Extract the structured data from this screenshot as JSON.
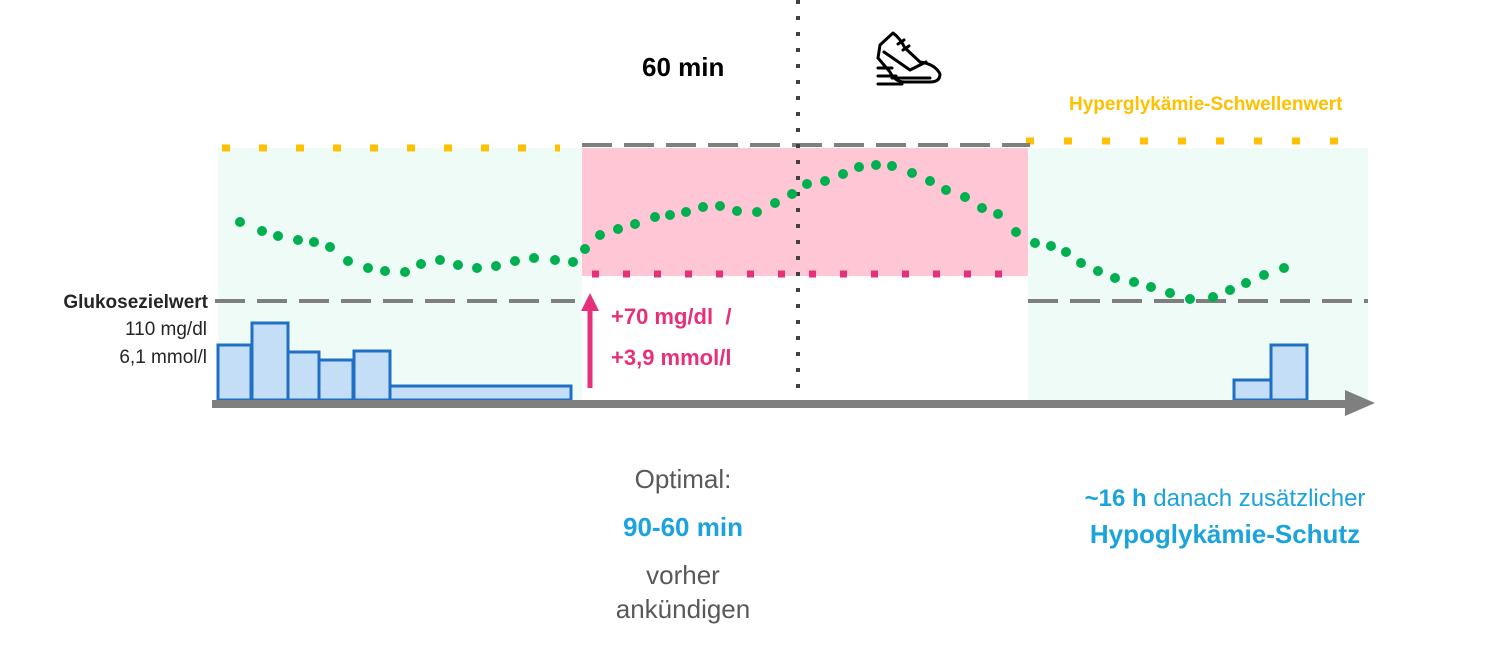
{
  "header": {
    "time_label": "60 min",
    "activity_icon": "running-shoe-icon"
  },
  "threshold": {
    "label": "Hyperglykämie-Schwellenwert",
    "color": "#FFC000"
  },
  "target": {
    "title": "Glukosezielwert",
    "value_mgdl": "110 mg/dl",
    "value_mmol": "6,1 mmol/l",
    "line_color": "#7F7F7F"
  },
  "raise": {
    "line1": "+70 mg/dl  /",
    "line2": "+3,9 mmol/l",
    "color": "#E6317A"
  },
  "optimal": {
    "title": "Optimal:",
    "duration": "90-60 min",
    "text1": "vorher",
    "text2": "ankündigen"
  },
  "after": {
    "hours": "~16 h",
    "text": "danach zusätzlicher",
    "protection": "Hypoglykämie-Schutz"
  },
  "colors": {
    "glucose_dots": "#00B050",
    "elevated_zone": "#FFC7D5",
    "safe_zone": "#EEFBF6",
    "insulin_fill": "#C5DEF7",
    "insulin_stroke": "#1F6FC4",
    "accent_blue": "#1BA3DC",
    "timeline": "#7F7F7F",
    "text_gray": "#595959"
  }
}
